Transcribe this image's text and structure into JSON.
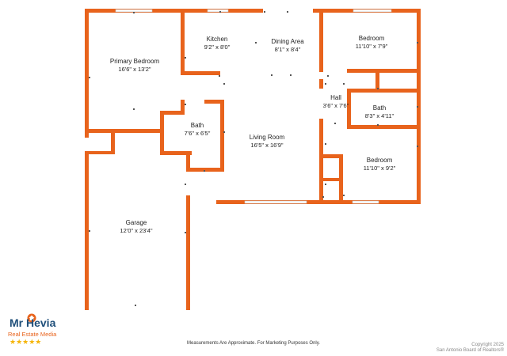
{
  "rooms": {
    "primary_bedroom": {
      "name": "Primary Bedroom",
      "dims": "16'6\" x 13'2\""
    },
    "kitchen": {
      "name": "Kitchen",
      "dims": "9'2\" x 8'0\""
    },
    "dining_area": {
      "name": "Dining Area",
      "dims": "8'1\" x 8'4\""
    },
    "bedroom_top": {
      "name": "Bedroom",
      "dims": "11'10\" x 7'9\""
    },
    "bath_left": {
      "name": "Bath",
      "dims": "7'6\" x 6'5\""
    },
    "hall": {
      "name": "Hall",
      "dims": "3'6\" x 7'6\""
    },
    "bath_right": {
      "name": "Bath",
      "dims": "8'3\" x 4'11\""
    },
    "living_room": {
      "name": "Living Room",
      "dims": "16'5\" x 16'9\""
    },
    "bedroom_bottom": {
      "name": "Bedroom",
      "dims": "11'10\" x 9'2\""
    },
    "garage": {
      "name": "Garage",
      "dims": "12'0\" x 23'4\""
    }
  },
  "footer": {
    "disclaimer": "Measurements Are Approximate. For Marketing Purposes Only.",
    "copyright_line1": "Copyright 2025",
    "copyright_line2": "San Antonio Board of Realtors®"
  },
  "logo": {
    "name": "Mr Hevia",
    "subtitle": "Real Estate Media",
    "stars": "★★★★★"
  },
  "colors": {
    "wall": "#e8631c",
    "logo_blue": "#1f4f7a",
    "logo_orange": "#e8631c",
    "stars": "#f5b50a"
  }
}
